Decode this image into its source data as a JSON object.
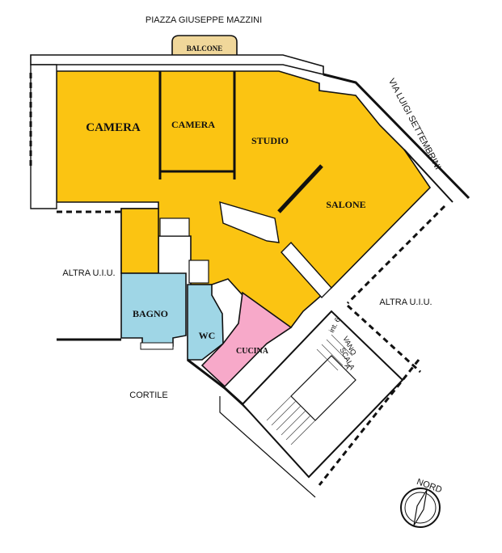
{
  "streets": {
    "top": "PIAZZA  GIUSEPPE MAZZINI",
    "right": "VIA  LUIGI SETTEMBRINI"
  },
  "rooms": {
    "balcone": "BALCONE",
    "camera_1": "CAMERA",
    "camera_2": "CAMERA",
    "studio": "STUDIO",
    "salone": "SALONE",
    "bagno": "BAGNO",
    "wc": "WC",
    "cucina": "CUCINA"
  },
  "labels": {
    "altra_left": "ALTRA U.I.U.",
    "altra_right": "ALTRA U.I.U.",
    "cortile": "CORTILE",
    "interno": "int. 6",
    "vano_1": "VANO",
    "vano_2": "SCALA",
    "vano_3": "A",
    "nord": "NORD"
  },
  "colors": {
    "living": "#fbc412",
    "bath": "#9fd6e6",
    "kitchen": "#f7a9c9",
    "balcony": "#f0d79a",
    "wall": "#111111"
  }
}
